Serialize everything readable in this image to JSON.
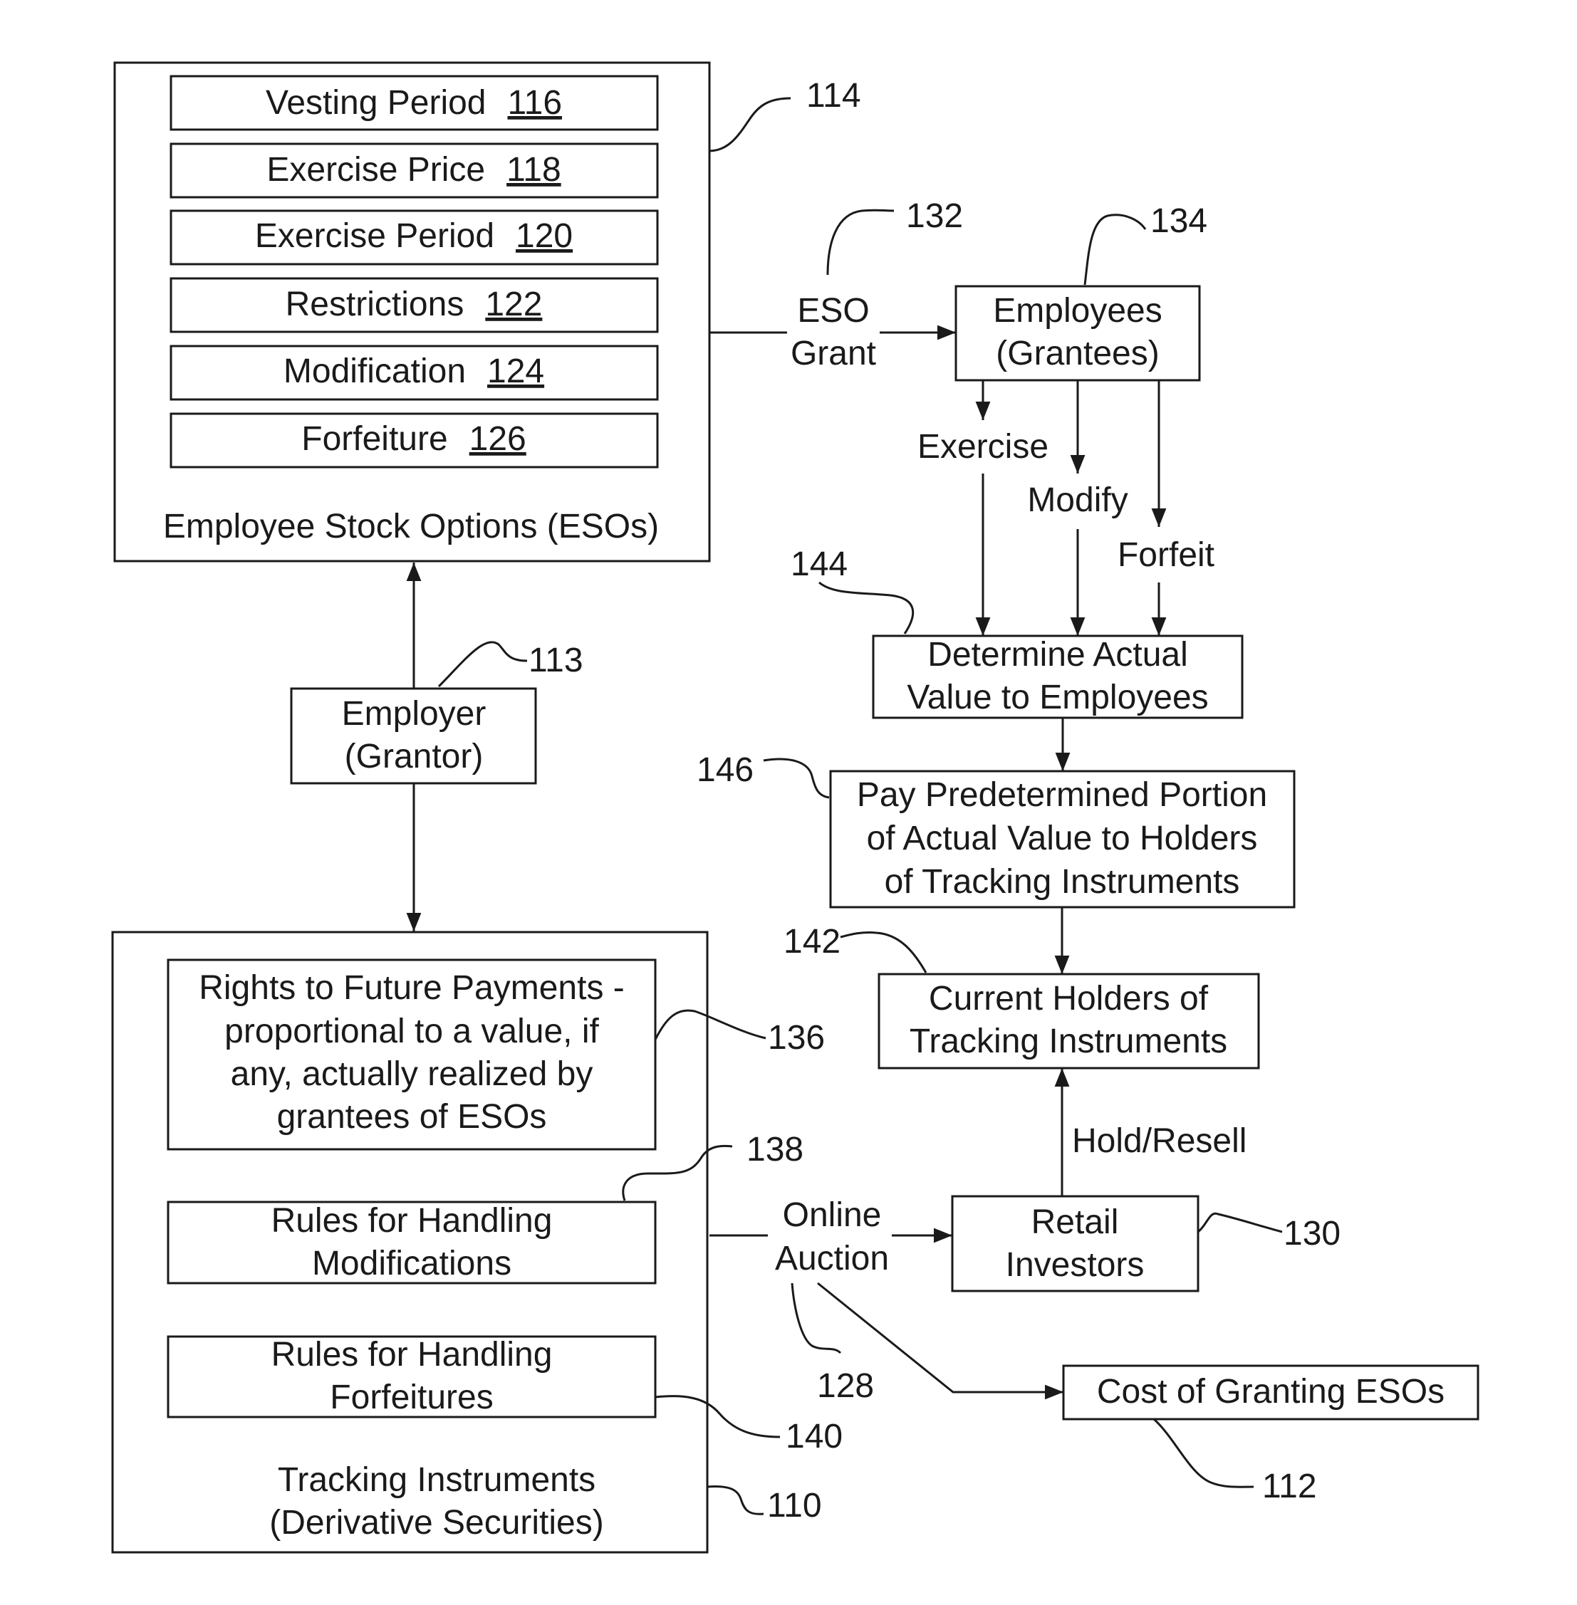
{
  "eso_box": {
    "items": [
      {
        "label": "Vesting Period",
        "ref": "116"
      },
      {
        "label": "Exercise Price",
        "ref": "118"
      },
      {
        "label": "Exercise Period",
        "ref": "120"
      },
      {
        "label": "Restrictions",
        "ref": "122"
      },
      {
        "label": "Modification",
        "ref": "124"
      },
      {
        "label": "Forfeiture",
        "ref": "126"
      }
    ],
    "caption": "Employee Stock Options (ESOs)",
    "ref": "114"
  },
  "employer": {
    "line1": "Employer",
    "line2": "(Grantor)",
    "ref": "113"
  },
  "eso_grant": {
    "line1": "ESO",
    "line2": "Grant",
    "ref": "132"
  },
  "employees": {
    "line1": "Employees",
    "line2": "(Grantees)",
    "ref": "134"
  },
  "actions": {
    "exercise": "Exercise",
    "modify": "Modify",
    "forfeit": "Forfeit"
  },
  "determine": {
    "line1": "Determine Actual",
    "line2": "Value to Employees",
    "ref": "144"
  },
  "pay": {
    "line1": "Pay Predetermined Portion",
    "line2": "of Actual Value to Holders",
    "line3": "of Tracking Instruments",
    "ref": "146"
  },
  "holders": {
    "line1": "Current Holders of",
    "line2": "Tracking Instruments",
    "ref": "142"
  },
  "hold_resell": "Hold/Resell",
  "retail": {
    "line1": "Retail",
    "line2": "Investors",
    "ref": "130"
  },
  "auction": {
    "line1": "Online",
    "line2": "Auction",
    "ref": "128"
  },
  "cost": {
    "label": "Cost of Granting ESOs",
    "ref": "112"
  },
  "tracking_box": {
    "rights": {
      "line1": "Rights to Future Payments -",
      "line2": "proportional to a value, if",
      "line3": "any, actually realized by",
      "line4": "grantees of ESOs",
      "ref": "136"
    },
    "rules_mod": {
      "line1": "Rules for Handling",
      "line2": "Modifications",
      "ref": "138"
    },
    "rules_forf": {
      "line1": "Rules for Handling",
      "line2": "Forfeitures",
      "ref": "140"
    },
    "caption1": "Tracking Instruments",
    "caption2": "(Derivative Securities)",
    "ref": "110"
  }
}
